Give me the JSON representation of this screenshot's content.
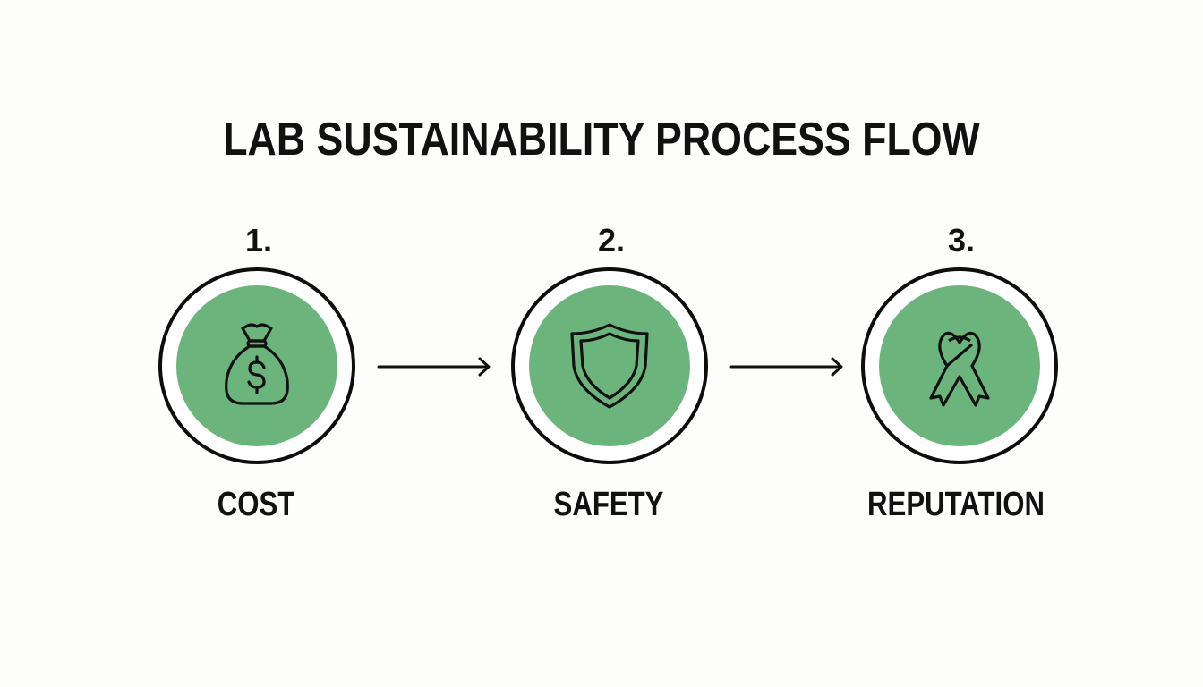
{
  "title": "LAB SUSTAINABILITY PROCESS FLOW",
  "colors": {
    "accent_green": "#6bb57d",
    "ring": "#0d0d0d",
    "text": "#111111",
    "background": "#fdfdfc"
  },
  "steps": [
    {
      "number": "1.",
      "label": "COST",
      "icon": "money-bag-icon"
    },
    {
      "number": "2.",
      "label": "SAFETY",
      "icon": "shield-icon"
    },
    {
      "number": "3.",
      "label": "REPUTATION",
      "icon": "ribbon-icon"
    }
  ],
  "connectors": [
    {
      "from": 1,
      "to": 2,
      "icon": "arrow-right-icon"
    },
    {
      "from": 2,
      "to": 3,
      "icon": "arrow-right-icon"
    }
  ]
}
